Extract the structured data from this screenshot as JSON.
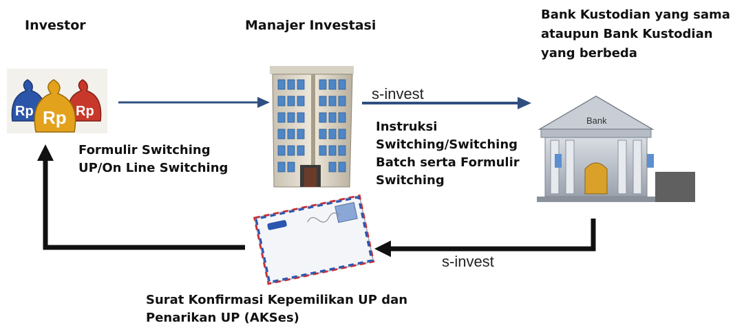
{
  "labels": {
    "investor": "Investor",
    "manajer": "Manajer Investasi",
    "bank": [
      "Bank Kustodian yang sama",
      "ataupun Bank Kustodian",
      "yang berbeda"
    ],
    "formulir": [
      "Formulir Switching",
      "UP/On Line Switching"
    ],
    "instruksi": [
      "Instruksi",
      "Switching/Switching",
      "Batch serta Formulir",
      "Switching"
    ],
    "surat": [
      "Surat Konfirmasi Kepemilikan UP dan",
      "Penarikan UP (AKSes)"
    ]
  },
  "arrows": {
    "top": "s-invest",
    "bottom": "s-invest"
  },
  "icons": {
    "money_bags": "money-bags-icon",
    "building": "office-building-icon",
    "bank": "bank-icon",
    "envelope": "envelope-icon",
    "bag_text": "Rp",
    "bank_sign": "Bank"
  },
  "colors": {
    "arrow_blue": "#2f4f80",
    "arrow_dark": "#111111",
    "bag_blue": "#2b55a8",
    "bag_gold": "#e3a21c",
    "bag_red": "#c8382a"
  }
}
